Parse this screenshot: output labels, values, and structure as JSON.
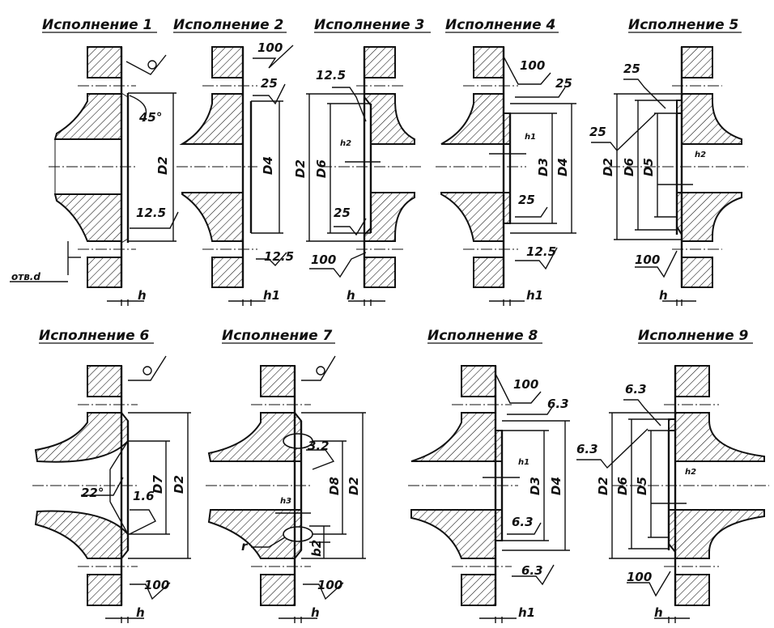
{
  "panels": [
    {
      "title": "Исполнение 1",
      "labels": {
        "roughness_top": "",
        "angle": "45°",
        "dim": "D2",
        "rough_bottom": "12.5",
        "hole": "отв.d",
        "thickness": "h"
      }
    },
    {
      "title": "Исполнение 2",
      "labels": {
        "rough_a": "100",
        "rough_b": "25",
        "dim": "D4",
        "rough_c": "12.5",
        "thickness": "h1"
      }
    },
    {
      "title": "Исполнение 3",
      "labels": {
        "rough_a": "12.5",
        "h": "h2",
        "d_outer": "D2",
        "d_inner": "D6",
        "rough_b": "25",
        "rough_c": "100",
        "thickness": "h"
      }
    },
    {
      "title": "Исполнение 4",
      "labels": {
        "rough_a": "100",
        "rough_b": "25",
        "h": "h1",
        "d3": "D3",
        "d4": "D4",
        "rough_c": "25",
        "rough_d": "12.5",
        "thickness": "h1"
      }
    },
    {
      "title": "Исполнение 5",
      "labels": {
        "rough_a": "25",
        "rough_b": "25",
        "d2": "D2",
        "d6": "D6",
        "d5": "D5",
        "h": "h2",
        "rough_c": "100",
        "thickness": "h"
      }
    },
    {
      "title": "Исполнение 6",
      "labels": {
        "angle": "22°",
        "d7": "D7",
        "d2": "D2",
        "rough_a": "1.6",
        "rough_b": "100",
        "thickness": "h"
      }
    },
    {
      "title": "Исполнение 7",
      "labels": {
        "rough_a": "3.2",
        "d8": "D8",
        "d2": "D2",
        "h": "h3",
        "r": "r",
        "b": "b2",
        "rough_b": "100",
        "thickness": "h"
      }
    },
    {
      "title": "Исполнение 8",
      "labels": {
        "rough_a": "100",
        "rough_b": "6.3",
        "h": "h1",
        "d3": "D3",
        "d4": "D4",
        "rough_c": "6.3",
        "rough_d": "6.3",
        "thickness": "h1"
      }
    },
    {
      "title": "Исполнение 9",
      "labels": {
        "rough_a": "6.3",
        "rough_b": "6.3",
        "d2": "D2",
        "d6": "D6",
        "d5": "D5",
        "h": "h2",
        "rough_c": "100",
        "thickness": "h"
      }
    }
  ]
}
